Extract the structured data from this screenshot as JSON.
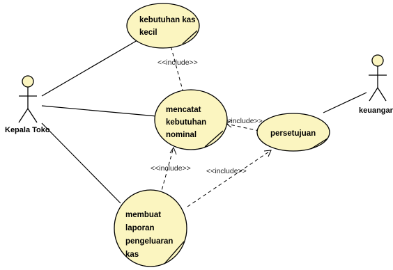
{
  "diagram": {
    "actors": [
      {
        "id": "kepala-toko",
        "label": "Kepala Toko"
      },
      {
        "id": "keuangan",
        "label": "keuangan"
      }
    ],
    "use_cases": [
      {
        "id": "kebutuhan-kas-kecil",
        "lines": [
          "kebutuhan kas",
          "kecil"
        ]
      },
      {
        "id": "mencatat-kebutuhan-nominal",
        "lines": [
          "mencatat",
          "kebutuhan",
          "nominal"
        ]
      },
      {
        "id": "persetujuan",
        "lines": [
          "persetujuan"
        ]
      },
      {
        "id": "membuat-laporan-pengeluaran-kas",
        "lines": [
          "membuat",
          "laporan",
          "pengeluaran",
          "kas"
        ]
      }
    ],
    "associations": [
      {
        "from": "kepala-toko",
        "to": "kebutuhan-kas-kecil"
      },
      {
        "from": "kepala-toko",
        "to": "mencatat-kebutuhan-nominal"
      },
      {
        "from": "kepala-toko",
        "to": "membuat-laporan-pengeluaran-kas"
      },
      {
        "from": "keuangan",
        "to": "persetujuan"
      }
    ],
    "includes": [
      {
        "from": "mencatat-kebutuhan-nominal",
        "to": "kebutuhan-kas-kecil",
        "label": "<<include>>"
      },
      {
        "from": "persetujuan",
        "to": "mencatat-kebutuhan-nominal",
        "label": "<<include>>"
      },
      {
        "from": "membuat-laporan-pengeluaran-kas",
        "to": "mencatat-kebutuhan-nominal",
        "label": "<<include>>"
      },
      {
        "from": "membuat-laporan-pengeluaran-kas",
        "to": "persetujuan",
        "label": "<<include>>"
      }
    ],
    "colors": {
      "use_case_fill": "#fbf5c0",
      "stroke": "#000000"
    }
  }
}
